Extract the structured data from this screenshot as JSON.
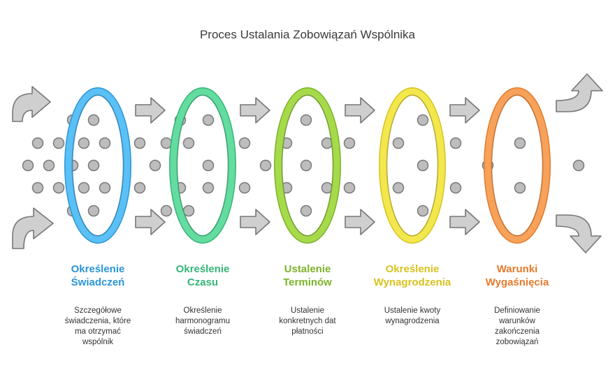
{
  "title": "Proces Ustalania Zobowiązań Wspólnika",
  "stages": [
    {
      "title_lines": [
        "Określenie",
        "Świadczeń"
      ],
      "desc_lines": [
        "Szczegółowe",
        "świadczenia, które",
        "ma otrzymać",
        "wspólnik"
      ],
      "color": "#5bc0f5",
      "dark": "#2a95d6"
    },
    {
      "title_lines": [
        "Określenie",
        "Czasu"
      ],
      "desc_lines": [
        "Określenie",
        "harmonogramu",
        "świadczeń"
      ],
      "color": "#64dca0",
      "dark": "#35b578"
    },
    {
      "title_lines": [
        "Ustalenie",
        "Terminów"
      ],
      "desc_lines": [
        "Ustalenie",
        "konkretnych dat",
        "płatności"
      ],
      "color": "#a6da4a",
      "dark": "#7cb32a"
    },
    {
      "title_lines": [
        "Określenie",
        "Wynagrodzenia"
      ],
      "desc_lines": [
        "Ustalenie kwoty",
        "wynagrodzenia"
      ],
      "color": "#f2e84e",
      "dark": "#d8c21e"
    },
    {
      "title_lines": [
        "Warunki",
        "Wygaśnięcia"
      ],
      "desc_lines": [
        "Definiowanie",
        "warunków",
        "zakończenia",
        "zobowiązań"
      ],
      "color": "#f7a25a",
      "dark": "#e57a2c"
    }
  ]
}
